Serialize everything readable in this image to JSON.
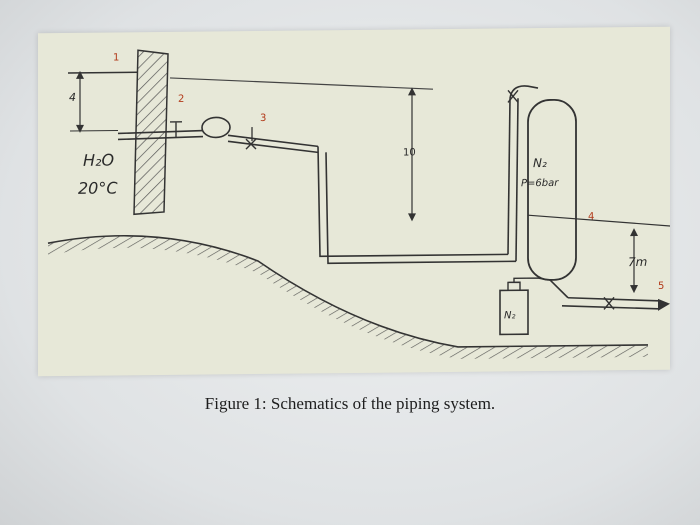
{
  "diagram": {
    "labels": {
      "water": "H₂O",
      "temperature": "20°C",
      "height_left": "4",
      "height_mid": "10",
      "height_right": "7m",
      "gas_top": "N₂",
      "pressure": "P=6bar",
      "gas_bottle": "N₂"
    },
    "points": [
      "1",
      "2",
      "3",
      "4",
      "5"
    ]
  },
  "caption": "Figure 1: Schematics of the piping system."
}
